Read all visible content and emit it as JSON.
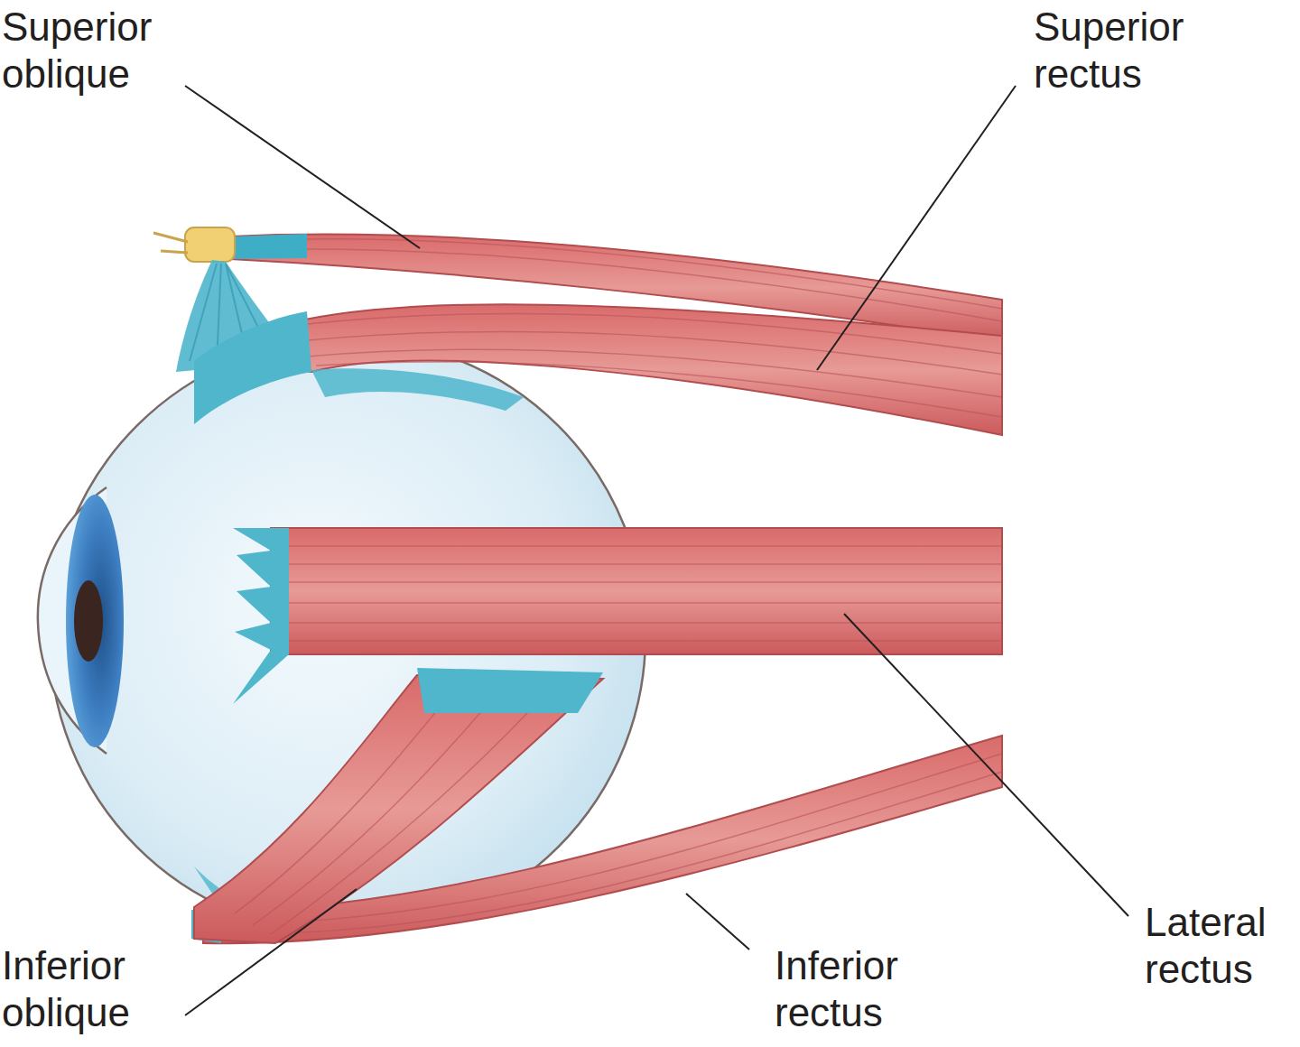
{
  "diagram": {
    "labels": [
      "Superior oblique",
      "Superior rectus",
      "Lateral rectus",
      "Inferior oblique",
      "Inferior rectus"
    ]
  }
}
